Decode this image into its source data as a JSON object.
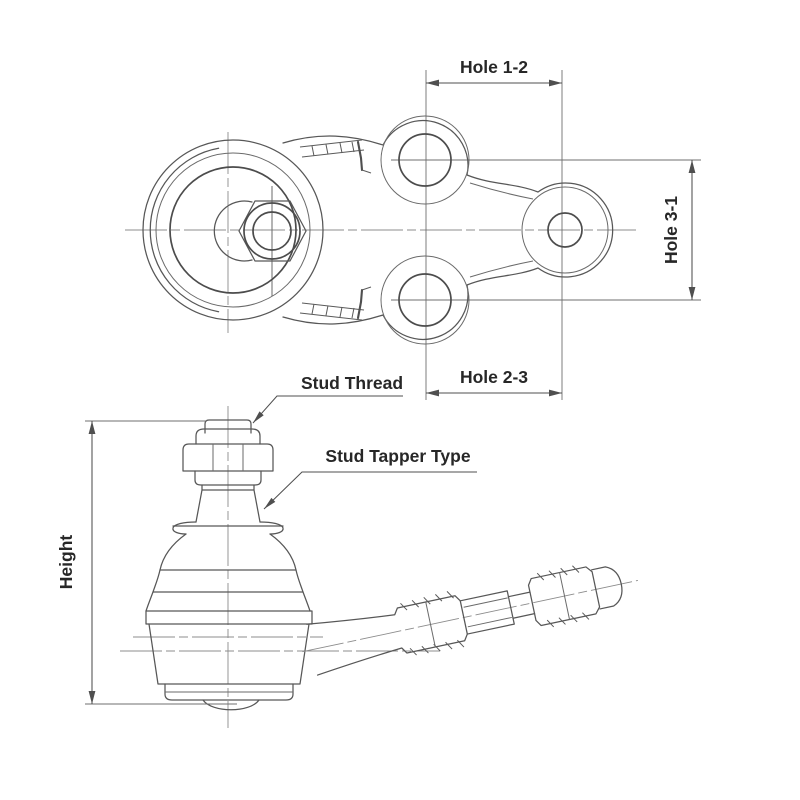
{
  "meta": {
    "type": "technical-drawing",
    "subject": "Ball joint two-view engineering drawing"
  },
  "colors": {
    "background": "#ffffff",
    "outline": "#575757",
    "centerline": "#8c8c8c",
    "dimension": "#4f4f4f",
    "text": "#272727"
  },
  "top_view": {
    "dimensions": {
      "hole_1_2": "Hole 1-2",
      "hole_3_1": "Hole 3-1",
      "hole_2_3": "Hole 2-3"
    }
  },
  "side_view": {
    "dimensions": {
      "height": "Height"
    },
    "callouts": {
      "stud_thread": "Stud Thread",
      "stud_tapper_type": "Stud Tapper Type"
    }
  }
}
